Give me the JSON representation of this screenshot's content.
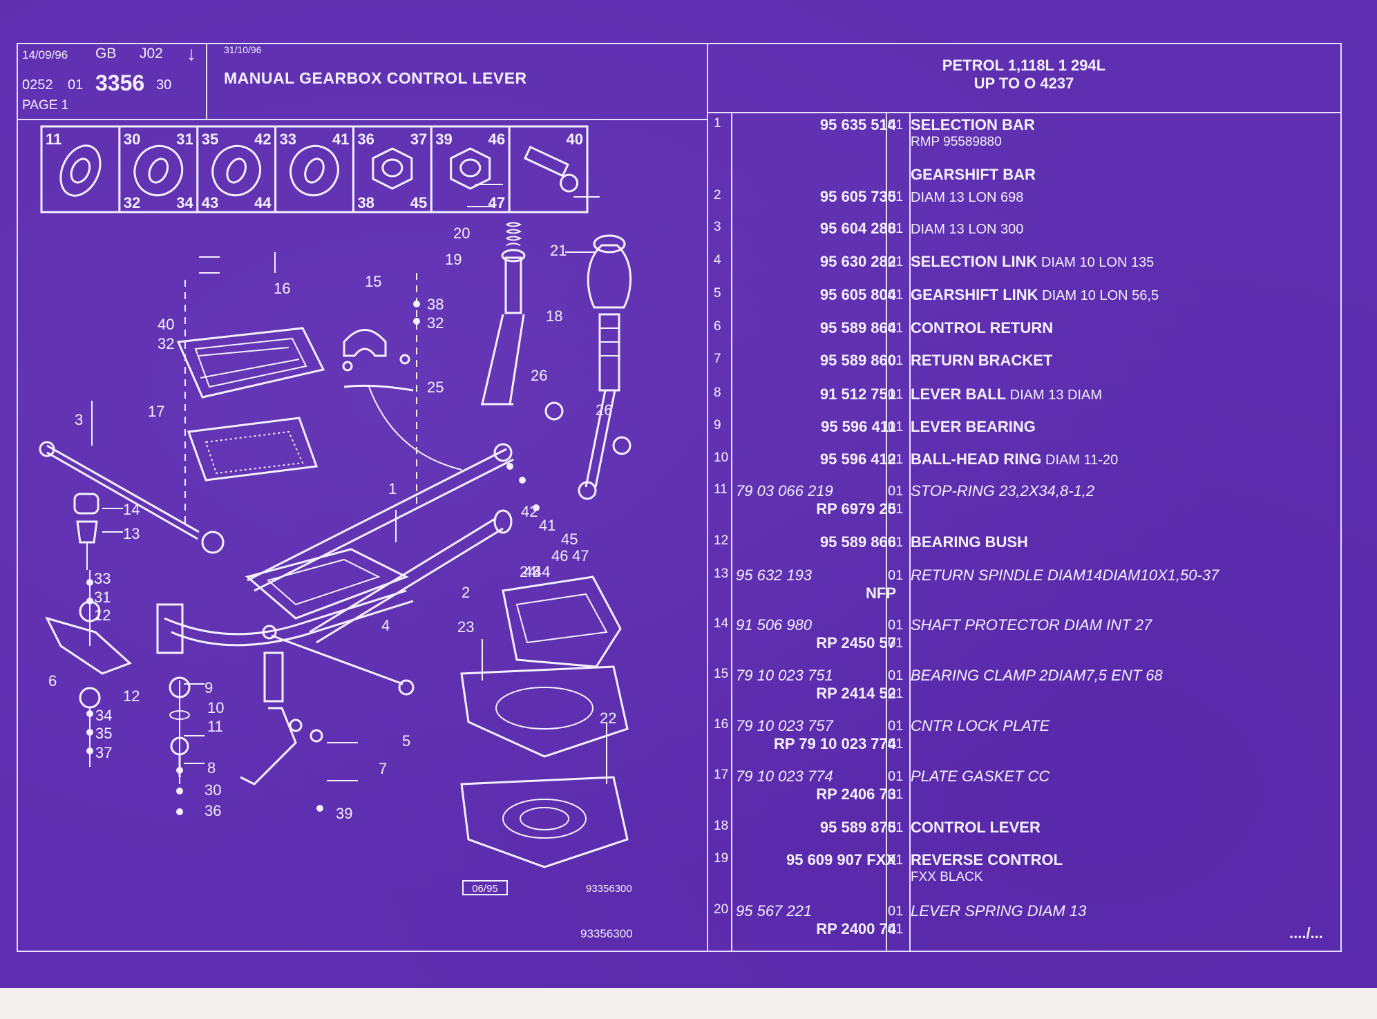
{
  "header": {
    "date1": "14/09/96",
    "lang": "GB",
    "code": "J02",
    "arrow": "↓",
    "ref_a": "0252",
    "ref_b": "01",
    "ref_main": "3356",
    "ref_c": "30",
    "page": "PAGE 1",
    "date2": "31/10/96",
    "title": "MANUAL GEARBOX CONTROL LEVER",
    "engine_line1": "PETROL 1,118L 1 294L",
    "engine_line2": "UP  TO  O   4237"
  },
  "hardware_strip": [
    {
      "tl": "11",
      "tr": "",
      "bl": "",
      "br": ""
    },
    {
      "tl": "30",
      "tr": "31",
      "bl": "32",
      "br": "34"
    },
    {
      "tl": "35",
      "tr": "42",
      "bl": "43",
      "br": "44"
    },
    {
      "tl": "33",
      "tr": "41",
      "bl": "",
      "br": ""
    },
    {
      "tl": "36",
      "tr": "37",
      "bl": "38",
      "br": "45"
    },
    {
      "tl": "39",
      "tr": "46",
      "bl": "",
      "br": "47"
    },
    {
      "tl": "",
      "tr": "40",
      "bl": "",
      "br": ""
    }
  ],
  "diagram": {
    "labels": [
      "20",
      "19",
      "21",
      "18",
      "16",
      "15",
      "38",
      "32",
      "40",
      "32",
      "25",
      "26",
      "26",
      "17",
      "3",
      "14",
      "13",
      "1",
      "42",
      "41",
      "45",
      "46",
      "47",
      "43",
      "44",
      "24",
      "2",
      "33",
      "31",
      "12",
      "6",
      "23",
      "4",
      "9",
      "10",
      "11",
      "12",
      "34",
      "35",
      "37",
      "8",
      "5",
      "7",
      "30",
      "36",
      "39",
      "22"
    ],
    "stamp": "06/95",
    "drawing_ref": "93356300",
    "footer_ref": "93356300"
  },
  "parts": [
    {
      "n": "1",
      "ref": "95 635 514",
      "q": "01",
      "d": "SELECTION BAR",
      "dx": "",
      "sub": "RMP 95589880"
    },
    {
      "n": "",
      "ref": "",
      "q": "",
      "d": "GEARSHIFT BAR",
      "dx": "",
      "sub": ""
    },
    {
      "n": "2",
      "ref": "95 605 735",
      "q": "01",
      "d": "",
      "dx": "DIAM 13 LON 698",
      "sub": ""
    },
    {
      "n": "3",
      "ref": "95 604 288",
      "q": "01",
      "d": "",
      "dx": "DIAM 13 LON 300",
      "sub": ""
    },
    {
      "n": "4",
      "ref": "95 630 282",
      "q": "01",
      "d": "SELECTION LINK",
      "dx": "DIAM 10 LON 135",
      "sub": ""
    },
    {
      "n": "5",
      "ref": "95 605 804",
      "q": "01",
      "d": "GEARSHIFT LINK",
      "dx": "DIAM 10 LON 56,5",
      "sub": ""
    },
    {
      "n": "6",
      "ref": "95 589 864",
      "q": "01",
      "d": "CONTROL RETURN",
      "dx": "",
      "sub": ""
    },
    {
      "n": "7",
      "ref": "95 589 860",
      "q": "01",
      "d": "RETURN BRACKET",
      "dx": "",
      "sub": ""
    },
    {
      "n": "8",
      "ref": "91 512 751",
      "q": "01",
      "d": "LEVER BALL",
      "dx": "DIAM 13 DIAM",
      "sub": ""
    },
    {
      "n": "9",
      "ref": "95 596 411",
      "q": "01",
      "d": "LEVER BEARING",
      "dx": "",
      "sub": ""
    },
    {
      "n": "10",
      "ref": "95 596 412",
      "q": "01",
      "d": "BALL-HEAD RING",
      "dx": "DIAM 11-20",
      "sub": ""
    },
    {
      "n": "11",
      "ref": "79 03 066 219",
      "ref2": "RP  6979 25",
      "q": "01",
      "q2": "01",
      "d": "STOP-RING 23,2X34,8-1,2",
      "italic": true
    },
    {
      "n": "12",
      "ref": "95 589 866",
      "q": "01",
      "d": "BEARING BUSH",
      "dx": "",
      "sub": ""
    },
    {
      "n": "13",
      "ref": "95 632 193",
      "ref2": "NFP",
      "q": "01",
      "q2": "",
      "d": "RETURN SPINDLE DIAM14DIAM10X1,50-37",
      "italic": true
    },
    {
      "n": "14",
      "ref": "91 506 980",
      "ref2": "RP  2450 57",
      "q": "01",
      "q2": "01",
      "d": "SHAFT PROTECTOR DIAM INT 27",
      "italic": true
    },
    {
      "n": "15",
      "ref": "79 10 023 751",
      "ref2": "RP  2414 52",
      "q": "01",
      "q2": "01",
      "d": "BEARING CLAMP 2DIAM7,5 ENT 68",
      "italic": true
    },
    {
      "n": "16",
      "ref": "79 10 023 757",
      "ref2": "RP  79 10 023 774",
      "q": "01",
      "q2": "01",
      "d": "CNTR LOCK PLATE",
      "italic": true
    },
    {
      "n": "17",
      "ref": "79 10 023 774",
      "ref2": "RP  2406 73",
      "q": "01",
      "q2": "01",
      "d": "PLATE GASKET CC",
      "italic": true
    },
    {
      "n": "18",
      "ref": "95 589 875",
      "q": "01",
      "d": "CONTROL LEVER",
      "dx": "",
      "sub": ""
    },
    {
      "n": "19",
      "ref": "95 609 907 FXX",
      "q": "01",
      "d": "REVERSE CONTROL",
      "dx": "",
      "sub": "FXX BLACK"
    },
    {
      "n": "20",
      "ref": "95 567 221",
      "ref2": "RP  2400 74",
      "q": "01",
      "q2": "01",
      "d": "LEVER SPRING DIAM 13",
      "italic": true
    }
  ],
  "continued": "..../..."
}
